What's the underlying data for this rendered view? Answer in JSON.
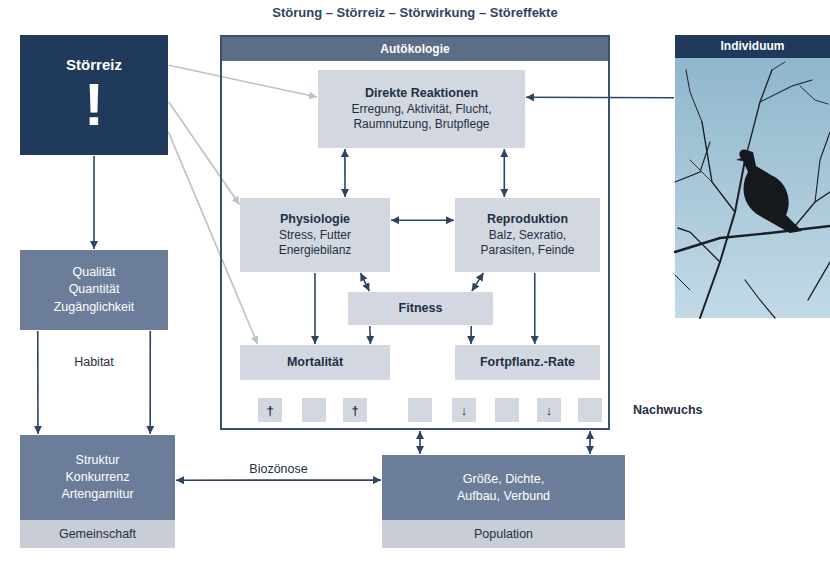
{
  "diagram": {
    "title": "Störung – Störreiz – Störwirkung – Störeffekte",
    "nodes": [
      {
        "text": [
          "Störreiz",
          "!"
        ]
      },
      {
        "text": [
          "Autökologie"
        ]
      },
      {
        "text": [
          "Direkte Reaktionen",
          "Erregung, Aktivität, Flucht, Raumnutzung, Brutpflege"
        ],
        "in": 1
      },
      {
        "text": [
          "Physiologie",
          "Stress, Futter Energiebilanz"
        ],
        "in": 1
      },
      {
        "text": [
          "Reproduktion",
          "Balz, Sexratio, Parasiten, Feinde"
        ],
        "in": 1
      },
      {
        "text": [
          "Fitness"
        ],
        "in": 1
      },
      {
        "text": [
          "Mortalität"
        ],
        "in": 1
      },
      {
        "text": [
          "Fortpflanz.-Rate"
        ],
        "in": 1
      },
      {
        "text": [
          "†"
        ],
        "in": 1
      },
      {
        "text": [
          "†"
        ],
        "in": 1
      },
      {
        "text": [
          "↓"
        ],
        "in": 1
      },
      {
        "text": [
          "↓"
        ],
        "in": 1
      },
      {
        "text": [
          "Individuum"
        ]
      },
      {
        "text": [
          "Qualität Quantität Zugänglichkeit"
        ]
      },
      {
        "text": [
          "Struktur Konkurrenz Artengarnitur",
          "Gemeinschaft"
        ]
      },
      {
        "text": [
          "Größe, Dichte, Aufbau, Verbund",
          "Population"
        ]
      }
    ],
    "edges": [
      {
        "from": 0,
        "to": 2,
        "arrow": "to"
      },
      {
        "from": 0,
        "to": 3,
        "arrow": "to"
      },
      {
        "from": 0,
        "to": 6,
        "arrow": "to"
      },
      {
        "from": 0,
        "to": 13,
        "arrow": "to"
      },
      {
        "from": 12,
        "to": 2,
        "arrow": "to"
      },
      {
        "from": 2,
        "to": 3,
        "arrow": "both"
      },
      {
        "from": 2,
        "to": 4,
        "arrow": "both"
      },
      {
        "from": 3,
        "to": 4,
        "arrow": "both"
      },
      {
        "from": 3,
        "to": 5,
        "arrow": "both"
      },
      {
        "from": 4,
        "to": 5,
        "arrow": "both"
      },
      {
        "from": 3,
        "to": 6,
        "arrow": "to"
      },
      {
        "from": 5,
        "to": 6,
        "arrow": "to"
      },
      {
        "from": 5,
        "to": 7,
        "arrow": "to"
      },
      {
        "from": 4,
        "to": 7,
        "arrow": "to"
      },
      {
        "from": 13,
        "to": 14,
        "arrow": "to"
      },
      {
        "from": 13,
        "to": 14,
        "arrow": "to"
      },
      {
        "from": 14,
        "to": 15,
        "label": "Biozönose",
        "arrow": "both"
      },
      {
        "from": 1,
        "to": 15,
        "arrow": "both"
      },
      {
        "from": 1,
        "to": 15,
        "arrow": "both"
      }
    ],
    "labels": [
      "Habitat",
      "Nachwuchs"
    ]
  }
}
